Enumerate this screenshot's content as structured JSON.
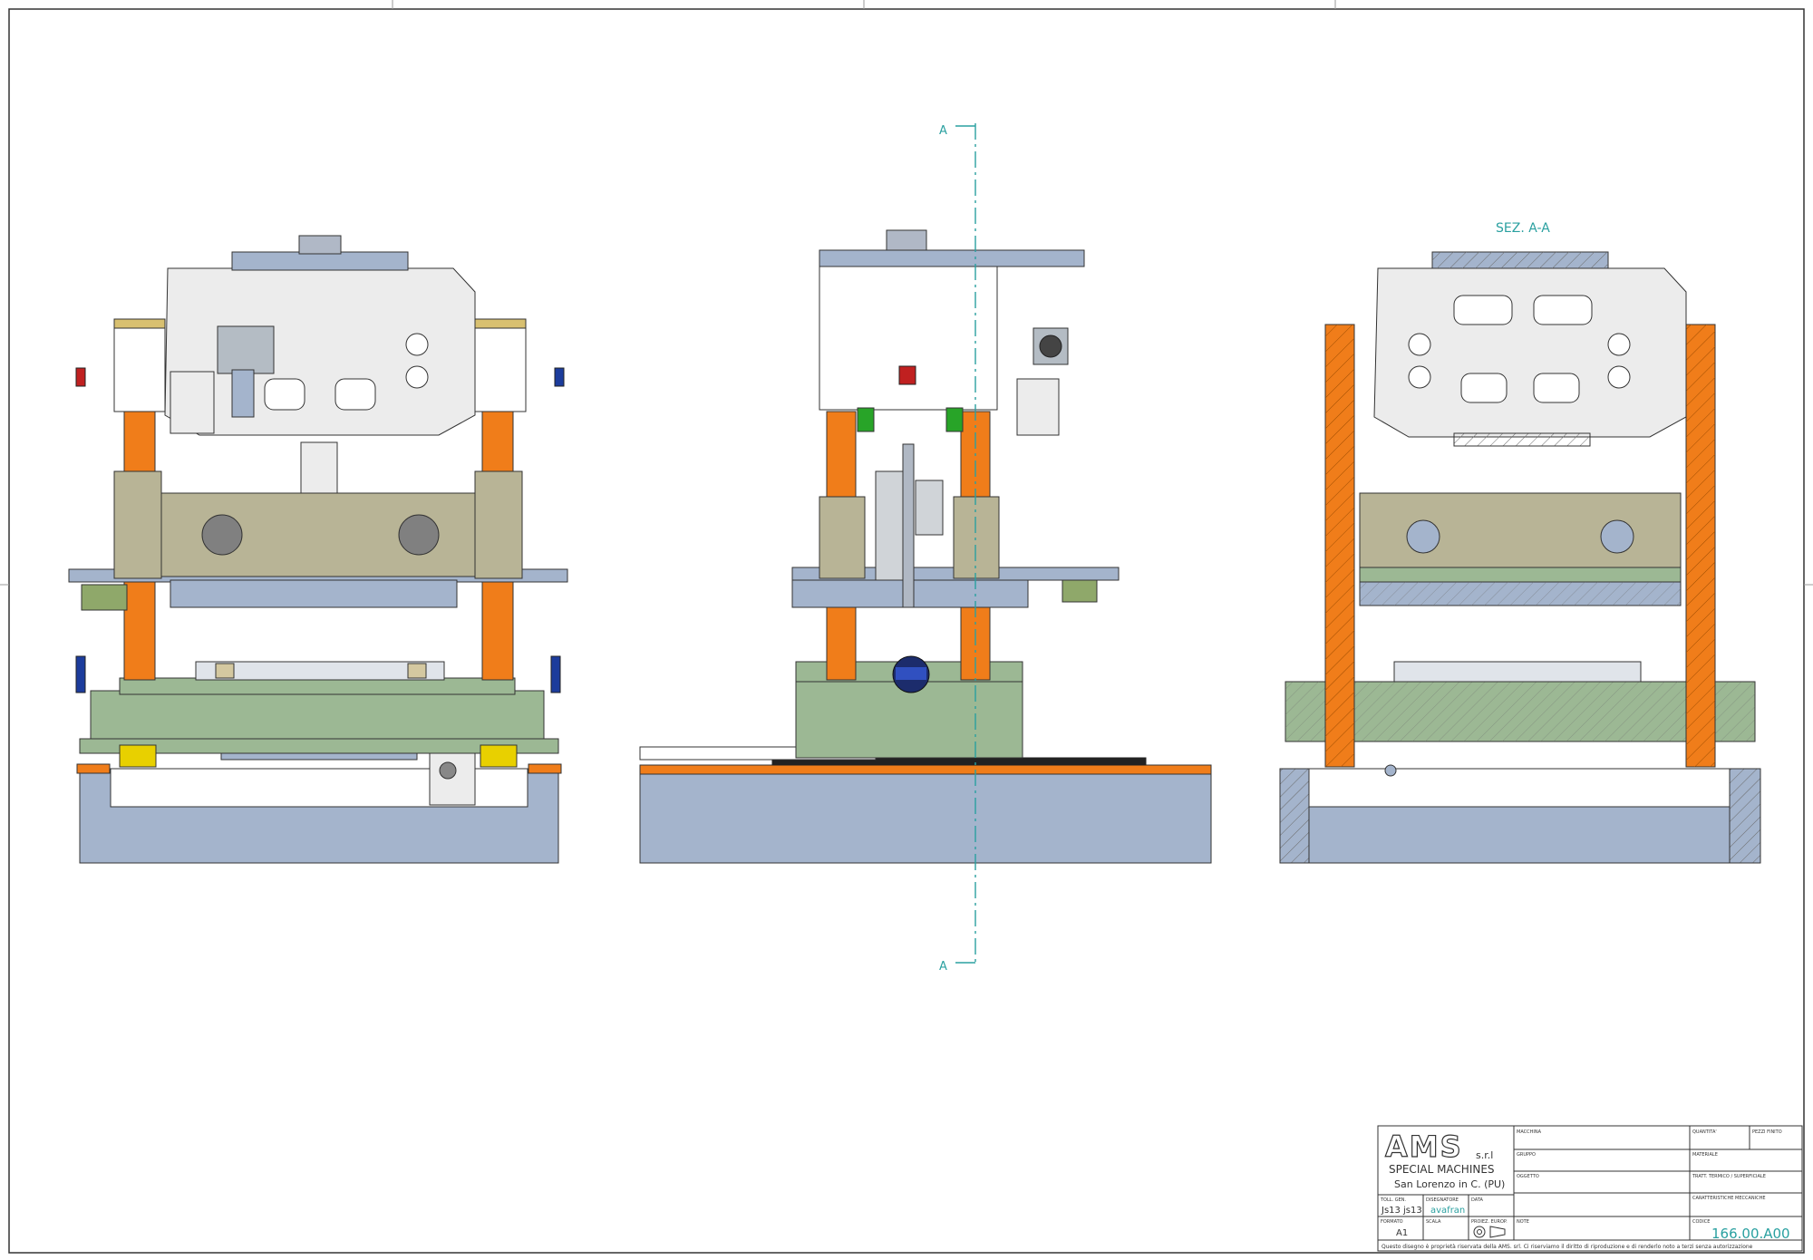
{
  "drawing": {
    "section_marker_top": "A",
    "section_marker_bottom": "A",
    "section_title": "SEZ. A-A"
  },
  "title_block": {
    "company": {
      "logo_text": "AMS",
      "logo_suffix": "s.r.l",
      "division": "SPECIAL MACHINES",
      "location": "San Lorenzo in C. (PU)"
    },
    "fields": {
      "macchina_label": "MACCHINA",
      "quantita_label": "QUANTITA'",
      "pezzi_label": "PEZZI FINITO",
      "gruppo_label": "GRUPPO",
      "materiale_label": "MATERIALE",
      "oggetto_label": "OGGETTO",
      "tratt_label": "TRATT. TERMICO / SUPERFICIALE",
      "caratt_label": "CARATTERISTICHE MECCANICHE",
      "toll_label": "TOLL. GEN.",
      "toll_value_1": "Js13",
      "toll_value_2": "js13",
      "disegnatore_label": "DISEGNATORE",
      "disegnatore_value": "avafran",
      "data_label": "DATA",
      "formato_label": "FORMATO",
      "formato_value": "A1",
      "scala_label": "SCALA",
      "proiez_label": "PROIEZ. EUROP.",
      "note_label": "NOTE",
      "codice_label": "CODICE",
      "codice_value": "166.00.A00"
    },
    "disclaimer": "Questo disegno è proprietà riservata della AMS. srl. Ci riserviamo il diritto di riproduzione e di renderlo noto a terzi senza autorizzazione"
  },
  "colors": {
    "orange": "#f07d1a",
    "olive": "#b8b496",
    "green": "#9cb894",
    "steel_blue": "#a4b4cc",
    "light_gray": "#ececec",
    "teal": "#2aa0a0"
  }
}
